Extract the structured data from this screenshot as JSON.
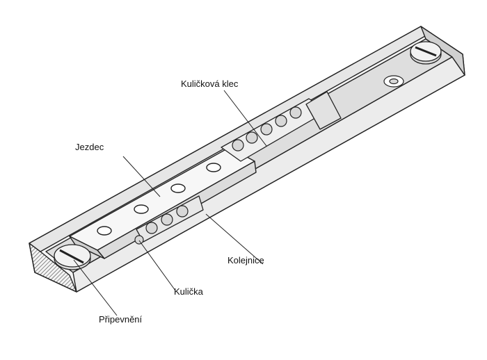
{
  "labels": {
    "cage": "Kuličková klec",
    "carriage": "Jezdec",
    "rail": "Kolejnice",
    "ball": "Kulička",
    "mounting": "Připevnění"
  },
  "colors": {
    "outline": "#222222",
    "face": "#f4f4f4",
    "shade": "#dcdcdc",
    "dark": "#bdbdbd",
    "ball": "#d8d8d8"
  }
}
